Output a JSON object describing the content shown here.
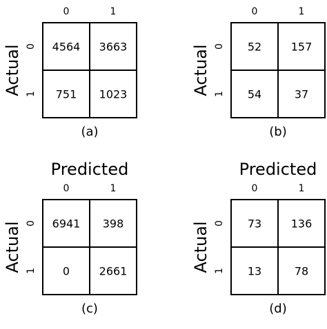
{
  "chart_data": [
    {
      "type": "heatmap",
      "panel_label": "(a)",
      "title": "",
      "xlabel": "",
      "ylabel": "Actual",
      "x_ticks": [
        "0",
        "1"
      ],
      "y_ticks": [
        "0",
        "1"
      ],
      "matrix": [
        [
          4564,
          3663
        ],
        [
          751,
          1023
        ]
      ]
    },
    {
      "type": "heatmap",
      "panel_label": "(b)",
      "title": "",
      "xlabel": "",
      "ylabel": "Actual",
      "x_ticks": [
        "0",
        "1"
      ],
      "y_ticks": [
        "0",
        "1"
      ],
      "matrix": [
        [
          52,
          157
        ],
        [
          54,
          37
        ]
      ]
    },
    {
      "type": "heatmap",
      "panel_label": "(c)",
      "title": "Predicted",
      "xlabel": "",
      "ylabel": "Actual",
      "x_ticks": [
        "0",
        "1"
      ],
      "y_ticks": [
        "0",
        "1"
      ],
      "matrix": [
        [
          6941,
          398
        ],
        [
          0,
          2661
        ]
      ]
    },
    {
      "type": "heatmap",
      "panel_label": "(d)",
      "title": "Predicted",
      "xlabel": "",
      "ylabel": "Actual",
      "x_ticks": [
        "0",
        "1"
      ],
      "y_ticks": [
        "0",
        "1"
      ],
      "matrix": [
        [
          73,
          136
        ],
        [
          13,
          78
        ]
      ]
    }
  ],
  "colors": {
    "cell_fill": "#ffffff",
    "grid_line": "#000000",
    "text": "#000000"
  }
}
